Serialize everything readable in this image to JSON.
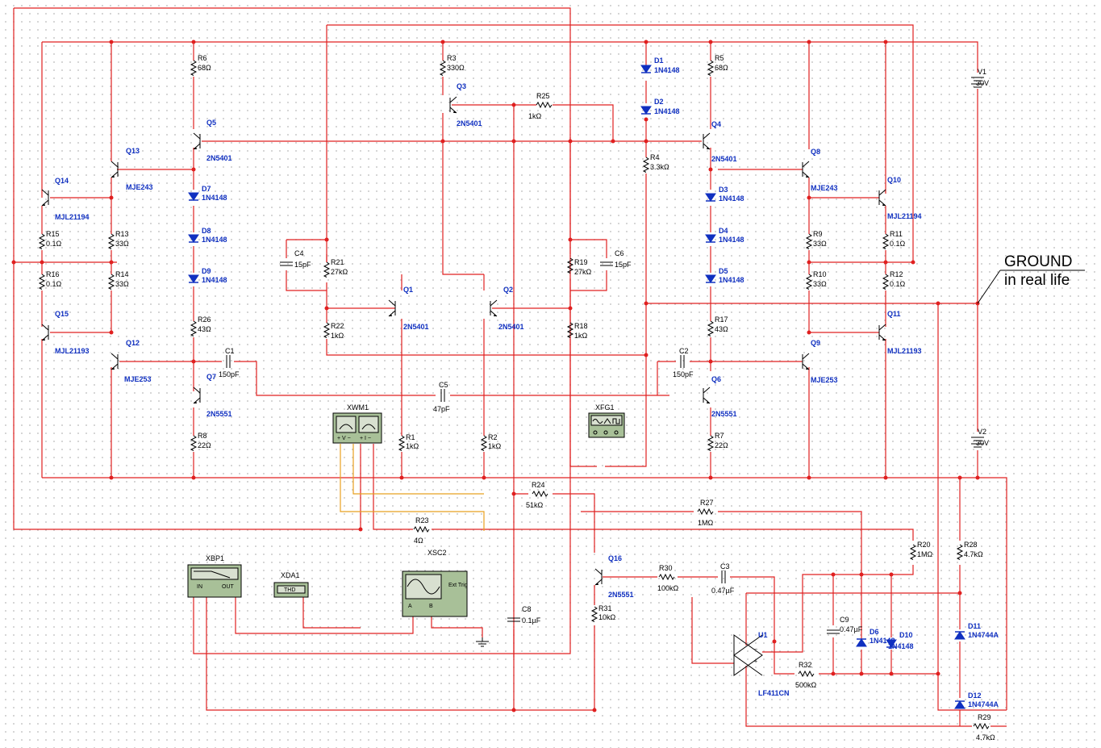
{
  "annotation": {
    "line1": "GROUND",
    "line2": "in real life"
  },
  "instruments": {
    "wm1": "XWM1",
    "fg1": "XFG1",
    "bp1": "XBP1",
    "bp1_in": "IN",
    "bp1_out": "OUT",
    "da1": "XDA1",
    "da1_text": "THD",
    "sc2": "XSC2",
    "sc2_ext": "Ext Trig",
    "sc2_a": "A",
    "sc2_b": "B"
  },
  "components": [
    {
      "id": "R6",
      "ref": "R6",
      "val": "68Ω",
      "kind": "res"
    },
    {
      "id": "R3",
      "ref": "R3",
      "val": "330Ω",
      "kind": "res"
    },
    {
      "id": "R5",
      "ref": "R5",
      "val": "68Ω",
      "kind": "res"
    },
    {
      "id": "R25",
      "ref": "R25",
      "val": "1kΩ",
      "kind": "res"
    },
    {
      "id": "R4",
      "ref": "R4",
      "val": "3.3kΩ",
      "kind": "res"
    },
    {
      "id": "R15",
      "ref": "R15",
      "val": "0.1Ω",
      "kind": "res"
    },
    {
      "id": "R16",
      "ref": "R16",
      "val": "0.1Ω",
      "kind": "res"
    },
    {
      "id": "R13",
      "ref": "R13",
      "val": "33Ω",
      "kind": "res"
    },
    {
      "id": "R14",
      "ref": "R14",
      "val": "33Ω",
      "kind": "res"
    },
    {
      "id": "R21",
      "ref": "R21",
      "val": "27kΩ",
      "kind": "res"
    },
    {
      "id": "R22",
      "ref": "R22",
      "val": "1kΩ",
      "kind": "res"
    },
    {
      "id": "R19",
      "ref": "R19",
      "val": "27kΩ",
      "kind": "res"
    },
    {
      "id": "R18",
      "ref": "R18",
      "val": "1kΩ",
      "kind": "res"
    },
    {
      "id": "R26",
      "ref": "R26",
      "val": "43Ω",
      "kind": "res"
    },
    {
      "id": "R8",
      "ref": "R8",
      "val": "22Ω",
      "kind": "res"
    },
    {
      "id": "R1",
      "ref": "R1",
      "val": "1kΩ",
      "kind": "res"
    },
    {
      "id": "R2",
      "ref": "R2",
      "val": "1kΩ",
      "kind": "res"
    },
    {
      "id": "R9",
      "ref": "R9",
      "val": "33Ω",
      "kind": "res"
    },
    {
      "id": "R10",
      "ref": "R10",
      "val": "33Ω",
      "kind": "res"
    },
    {
      "id": "R11",
      "ref": "R11",
      "val": "0.1Ω",
      "kind": "res"
    },
    {
      "id": "R12",
      "ref": "R12",
      "val": "0.1Ω",
      "kind": "res"
    },
    {
      "id": "R17",
      "ref": "R17",
      "val": "43Ω",
      "kind": "res"
    },
    {
      "id": "R7",
      "ref": "R7",
      "val": "22Ω",
      "kind": "res"
    },
    {
      "id": "R24",
      "ref": "R24",
      "val": "51kΩ",
      "kind": "res"
    },
    {
      "id": "R27",
      "ref": "R27",
      "val": "1MΩ",
      "kind": "res"
    },
    {
      "id": "R23",
      "ref": "R23",
      "val": "4Ω",
      "kind": "res"
    },
    {
      "id": "R20",
      "ref": "R20",
      "val": "1MΩ",
      "kind": "res"
    },
    {
      "id": "R28",
      "ref": "R28",
      "val": "4.7kΩ",
      "kind": "res"
    },
    {
      "id": "R30",
      "ref": "R30",
      "val": "100kΩ",
      "kind": "res"
    },
    {
      "id": "R31",
      "ref": "R31",
      "val": "10kΩ",
      "kind": "res"
    },
    {
      "id": "R32",
      "ref": "R32",
      "val": "500kΩ",
      "kind": "res"
    },
    {
      "id": "R29",
      "ref": "R29",
      "val": "4.7kΩ",
      "kind": "res"
    },
    {
      "id": "C4",
      "ref": "C4",
      "val": "15pF",
      "kind": "cap"
    },
    {
      "id": "C6",
      "ref": "C6",
      "val": "15pF",
      "kind": "cap"
    },
    {
      "id": "C1",
      "ref": "C1",
      "val": "150pF",
      "kind": "cap"
    },
    {
      "id": "C2",
      "ref": "C2",
      "val": "150pF",
      "kind": "cap"
    },
    {
      "id": "C5",
      "ref": "C5",
      "val": "47pF",
      "kind": "cap"
    },
    {
      "id": "C8",
      "ref": "C8",
      "val": "0.1µF",
      "kind": "cap"
    },
    {
      "id": "C3",
      "ref": "C3",
      "val": "0.47µF",
      "kind": "cap"
    },
    {
      "id": "C9",
      "ref": "C9",
      "val": "0.47µF",
      "kind": "cap"
    },
    {
      "id": "D1",
      "ref": "D1",
      "val": "1N4148",
      "kind": "diode"
    },
    {
      "id": "D2",
      "ref": "D2",
      "val": "1N4148",
      "kind": "diode"
    },
    {
      "id": "D3",
      "ref": "D3",
      "val": "1N4148",
      "kind": "diode"
    },
    {
      "id": "D4",
      "ref": "D4",
      "val": "1N4148",
      "kind": "diode"
    },
    {
      "id": "D5",
      "ref": "D5",
      "val": "1N4148",
      "kind": "diode"
    },
    {
      "id": "D7",
      "ref": "D7",
      "val": "1N4148",
      "kind": "diode"
    },
    {
      "id": "D8",
      "ref": "D8",
      "val": "1N4148",
      "kind": "diode"
    },
    {
      "id": "D9",
      "ref": "D9",
      "val": "1N4148",
      "kind": "diode"
    },
    {
      "id": "D6",
      "ref": "D6",
      "val": "1N4148",
      "kind": "diode"
    },
    {
      "id": "D10",
      "ref": "D10",
      "val": "1N4148",
      "kind": "diode"
    },
    {
      "id": "D11",
      "ref": "D11",
      "val": "1N4744A",
      "kind": "diode"
    },
    {
      "id": "D12",
      "ref": "D12",
      "val": "1N4744A",
      "kind": "diode"
    },
    {
      "id": "Q1",
      "ref": "Q1",
      "val": "2N5401",
      "kind": "bjt"
    },
    {
      "id": "Q2",
      "ref": "Q2",
      "val": "2N5401",
      "kind": "bjt"
    },
    {
      "id": "Q3",
      "ref": "Q3",
      "val": "2N5401",
      "kind": "bjt"
    },
    {
      "id": "Q4",
      "ref": "Q4",
      "val": "2N5401",
      "kind": "bjt"
    },
    {
      "id": "Q5",
      "ref": "Q5",
      "val": "2N5401",
      "kind": "bjt"
    },
    {
      "id": "Q6",
      "ref": "Q6",
      "val": "2N5551",
      "kind": "bjt"
    },
    {
      "id": "Q7",
      "ref": "Q7",
      "val": "2N5551",
      "kind": "bjt"
    },
    {
      "id": "Q8",
      "ref": "Q8",
      "val": "MJE243",
      "kind": "bjt"
    },
    {
      "id": "Q9",
      "ref": "Q9",
      "val": "MJE253",
      "kind": "bjt"
    },
    {
      "id": "Q10",
      "ref": "Q10",
      "val": "MJL21194",
      "kind": "bjt"
    },
    {
      "id": "Q11",
      "ref": "Q11",
      "val": "MJL21193",
      "kind": "bjt"
    },
    {
      "id": "Q12",
      "ref": "Q12",
      "val": "MJE253",
      "kind": "bjt"
    },
    {
      "id": "Q13",
      "ref": "Q13",
      "val": "MJE243",
      "kind": "bjt"
    },
    {
      "id": "Q14",
      "ref": "Q14",
      "val": "MJL21194",
      "kind": "bjt"
    },
    {
      "id": "Q15",
      "ref": "Q15",
      "val": "MJL21193",
      "kind": "bjt"
    },
    {
      "id": "Q16",
      "ref": "Q16",
      "val": "2N5551",
      "kind": "bjt"
    },
    {
      "id": "U1",
      "ref": "U1",
      "val": "LF411CN",
      "kind": "opamp"
    },
    {
      "id": "V1",
      "ref": "V1",
      "val": "30V",
      "kind": "vsrc"
    },
    {
      "id": "V2",
      "ref": "V2",
      "val": "30V",
      "kind": "vsrc"
    }
  ]
}
